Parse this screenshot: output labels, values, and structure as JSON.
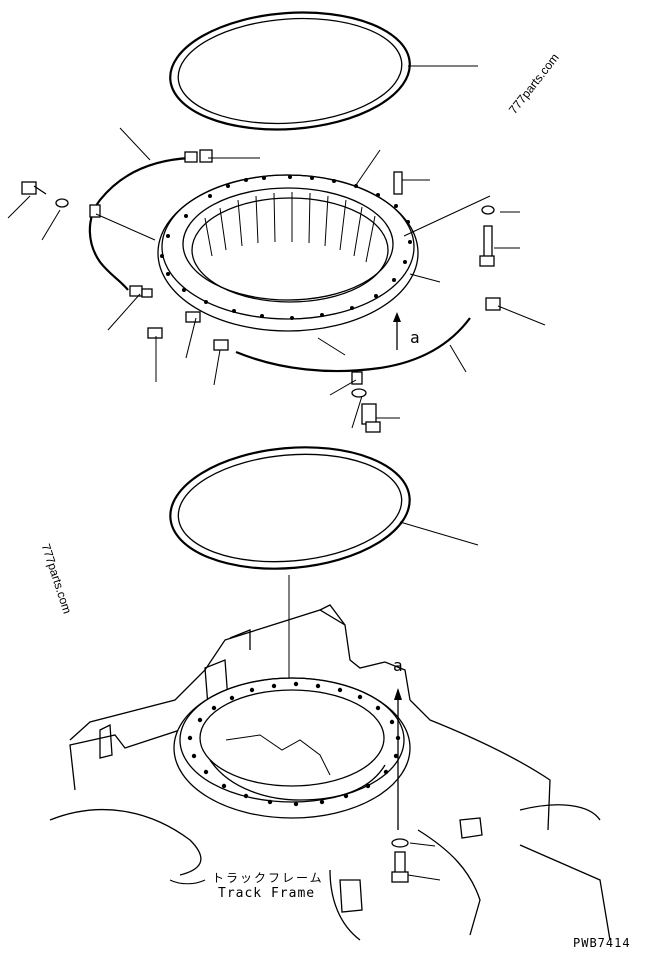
{
  "watermarks": [
    "777parts.com",
    "777parts.com"
  ],
  "callouts": {
    "detail_a_top": "a",
    "detail_a_bottom": "a"
  },
  "track_frame": {
    "jp": "トラックフレーム",
    "en": "Track Frame"
  },
  "drawing_code": "PWB7414"
}
